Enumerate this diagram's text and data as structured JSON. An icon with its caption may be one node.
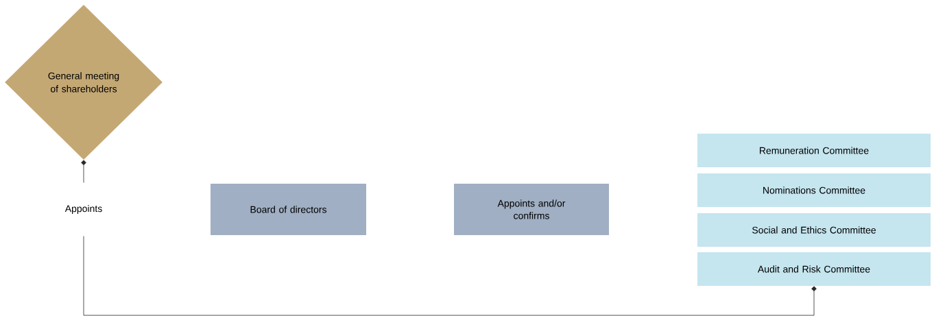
{
  "diagram": {
    "nodes": [
      {
        "text": [
          "General meeting of shareholders"
        ]
      },
      {
        "text": [
          "Board of directors"
        ]
      },
      {
        "text": [
          "Appoints and/or confirms"
        ]
      },
      {
        "text": [
          "Remuneration Committee"
        ]
      },
      {
        "text": [
          "Nominations Committee"
        ]
      },
      {
        "text": [
          "Social and Ethics Committee"
        ]
      },
      {
        "text": [
          "Audit and Risk Committee"
        ]
      }
    ],
    "edges": [
      {
        "from": 0,
        "to": 6,
        "arrow": "other",
        "label": "Appoints"
      }
    ]
  }
}
